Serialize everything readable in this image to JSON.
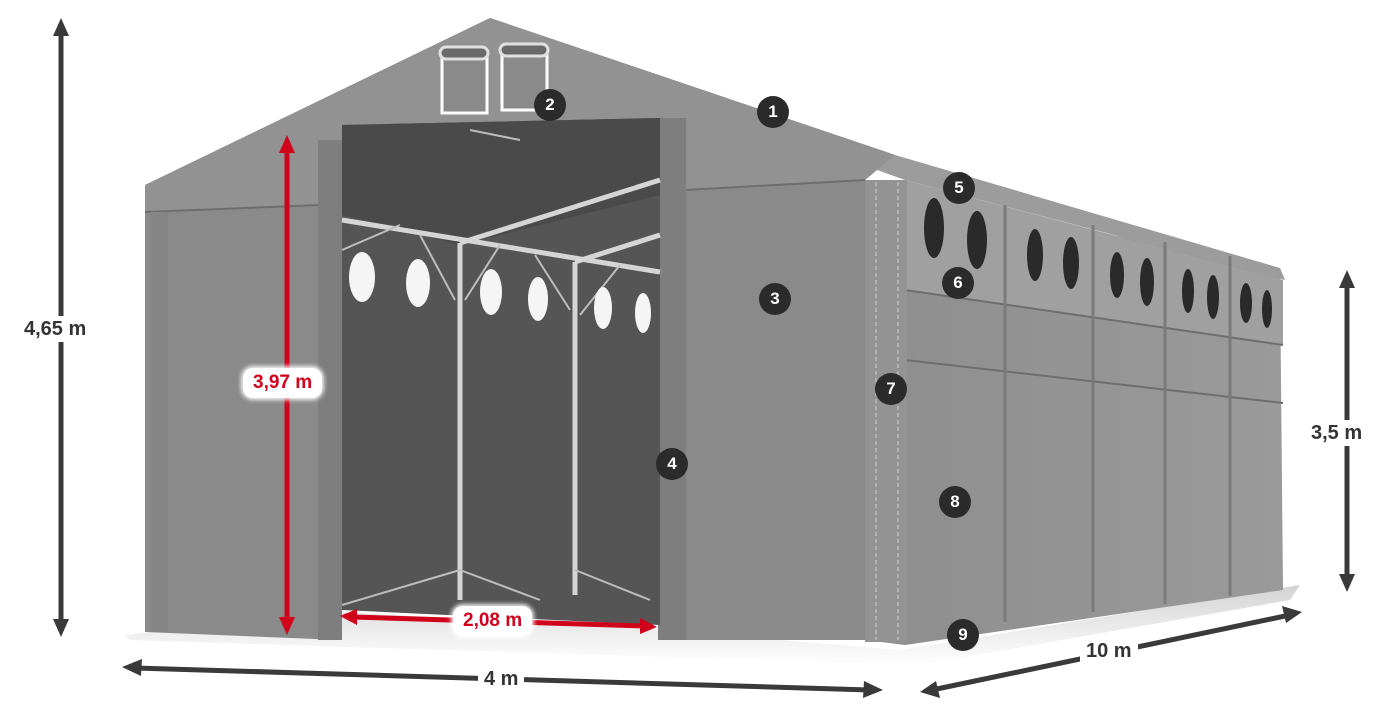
{
  "diagram": {
    "subject": "tent",
    "colors": {
      "fabric": "#8c8c8c",
      "fabric_dark": "#7a7a7a",
      "interior": "#5a5a5a",
      "frame": "#d8d8d8",
      "dimension_dark": "#3a3a3a",
      "dimension_red": "#d0021b",
      "callout_bg": "#2b2b2b",
      "callout_text": "#ffffff"
    },
    "dimensions": {
      "total_height": "4,65 m",
      "door_height": "3,97 m",
      "side_height": "3,5 m",
      "door_width": "2,08 m",
      "width": "4 m",
      "length": "10 m"
    },
    "callouts": [
      {
        "number": "1",
        "target": "roof"
      },
      {
        "number": "2",
        "target": "gable-vents"
      },
      {
        "number": "3",
        "target": "front-gable-wall"
      },
      {
        "number": "4",
        "target": "door-flap"
      },
      {
        "number": "5",
        "target": "upper-side-band"
      },
      {
        "number": "6",
        "target": "side-windows"
      },
      {
        "number": "7",
        "target": "corner-post-cover"
      },
      {
        "number": "8",
        "target": "side-wall-panel"
      },
      {
        "number": "9",
        "target": "ground-skirt"
      }
    ]
  }
}
